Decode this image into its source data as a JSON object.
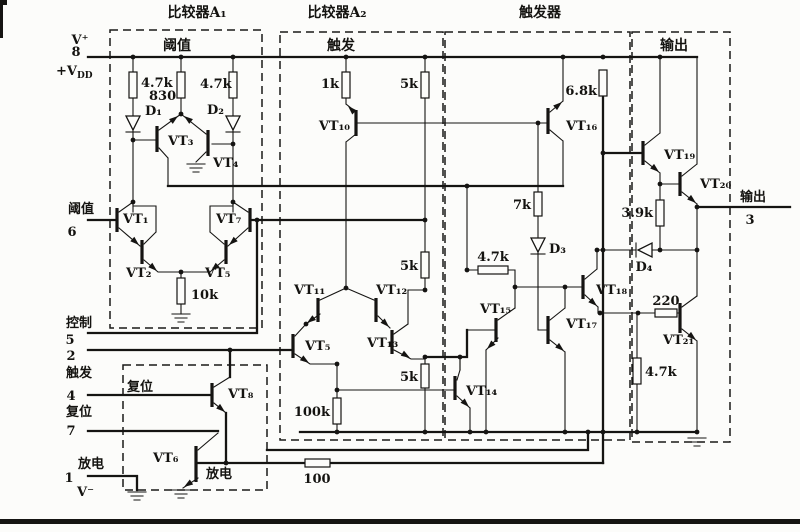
{
  "meta": {
    "description": "Internal schematic of a 555 timer IC (scanned Chinese textbook figure)",
    "ink_color": "#151412",
    "paper_color": "#fcfcfa"
  },
  "sections": {
    "comparator_a1_title": "比较器A₁",
    "comparator_a2_title": "比较器A₂",
    "flipflop_title": "触发器",
    "a1_inner_label": "阈值",
    "a2_inner_label": "触发",
    "output_inner_label": "输出"
  },
  "pins": {
    "vplus": "V⁺",
    "pin8": "8",
    "vdd_main": "+V",
    "vdd_sub": "DD",
    "threshold_label": "阈值",
    "pin6": "6",
    "control_label": "控制",
    "pin5": "5",
    "pin2": "2",
    "trigger_label": "触发",
    "pin4": "4",
    "reset_label": "复位",
    "pin7": "7",
    "discharge_label": "放电",
    "pin1": "1",
    "vminus": "V⁻",
    "output_label": "输出",
    "pin3": "3",
    "reset_inner_label": "复位",
    "discharge_inner_label": "放电"
  },
  "resistors": {
    "r1": "4.7k",
    "r2": "830",
    "r3": "4.7k",
    "r4": "10k",
    "r5": "1k",
    "r6": "5k",
    "r7": "5k",
    "r8": "5k",
    "r9": "100k",
    "r10": "6.8k",
    "r11": "7k",
    "r12": "4.7k",
    "r13": "3.9k",
    "r14": "220",
    "r15": "4.7k",
    "r16": "100"
  },
  "diodes": {
    "d1": "D₁",
    "d2": "D₂",
    "d3": "D₃",
    "d4": "D₄"
  },
  "transistors": {
    "vt1": "VT₁",
    "vt2": "VT₂",
    "vt3": "VT₃",
    "vt4": "VT₄",
    "vt5a": "VT₅",
    "vt7": "VT₇",
    "vt6": "VT₆",
    "vt8": "VT₈",
    "vt5b": "VT₅",
    "vt10": "VT₁₀",
    "vt11": "VT₁₁",
    "vt12": "VT₁₂",
    "vt13": "VT₁₃",
    "vt14": "VT₁₄",
    "vt15": "VT₁₅",
    "vt16": "VT₁₆",
    "vt17": "VT₁₇",
    "vt18": "VT₁₈",
    "vt19": "VT₁₉",
    "vt20": "VT₂₀",
    "vt21": "VT₂₁"
  }
}
